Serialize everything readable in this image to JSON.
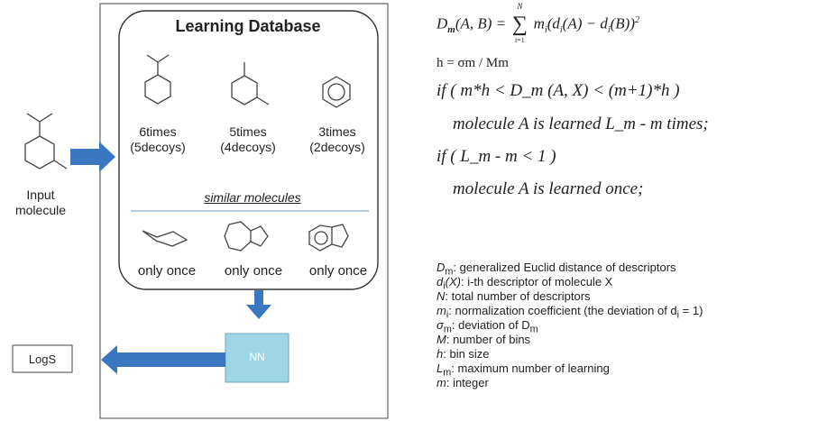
{
  "learning_database": {
    "title": "Learning Database",
    "similar_header": "similar molecules",
    "similar": [
      {
        "times": "6times",
        "decoys": "(5decoys)"
      },
      {
        "times": "5times",
        "decoys": "(4decoys)"
      },
      {
        "times": "3times",
        "decoys": "(2decoys)"
      }
    ],
    "dissimilar": [
      {
        "label": "only once"
      },
      {
        "label": "only once"
      },
      {
        "label": "only once"
      }
    ]
  },
  "input": {
    "line1": "Input",
    "line2": "molecule"
  },
  "nn_label": "NN",
  "output_label": "LogS",
  "formulas": {
    "dm_lhs": "D",
    "dm_lhs_sub": "m",
    "dm_lhs_args": "(A, B) =",
    "dm_sum_top": "N",
    "dm_sum_bottom": "i=1",
    "dm_rhs_m": "m",
    "dm_rhs_m_sub": "i",
    "dm_rhs_rest": "(d",
    "dm_rhs_d1_sub": "i",
    "dm_rhs_mid": "(A) − d",
    "dm_rhs_d2_sub": "i",
    "dm_rhs_end": "(B))",
    "dm_rhs_sup": "2",
    "h_line": "h = σm / Mm"
  },
  "rules": [
    {
      "text": "if ( m*h < D_m (A, X) < (m+1)*h )"
    },
    {
      "text": "molecule A is learned L_m - m times;"
    },
    {
      "text": "if ( L_m - m < 1 )"
    },
    {
      "text": "molecule A is learned once;"
    }
  ],
  "legend": [
    {
      "sym": "D",
      "sub": "m",
      "text": ": generalized Euclid distance of descriptors"
    },
    {
      "sym": "d",
      "sub": "i",
      "sym2": "(X)",
      "text": ": i-th descriptor of molecule X"
    },
    {
      "sym": "N",
      "sub": "",
      "text": ": total number of descriptors"
    },
    {
      "sym": "m",
      "sub": "i",
      "text": ": normalization coefficient  (the deviation of d",
      "text_sub": "i",
      "text_end": " = 1)"
    },
    {
      "sym": " σ",
      "sub": "m",
      "text": ": deviation of D",
      "text_sub": "m"
    },
    {
      "sym": "M",
      "sub": "",
      "text": ": number of bins"
    },
    {
      "sym": "h",
      "sub": "",
      "text": ": bin size"
    },
    {
      "sym": "L",
      "sub": "m",
      "text": ": maximum number of learning"
    },
    {
      "sym": "m",
      "sub": "",
      "text": ": integer"
    }
  ],
  "colors": {
    "arrow": "#3b76c0",
    "nn_box": "#9fd6e6",
    "nn_border": "#6aaac4",
    "divider": "#9bbfe0"
  }
}
